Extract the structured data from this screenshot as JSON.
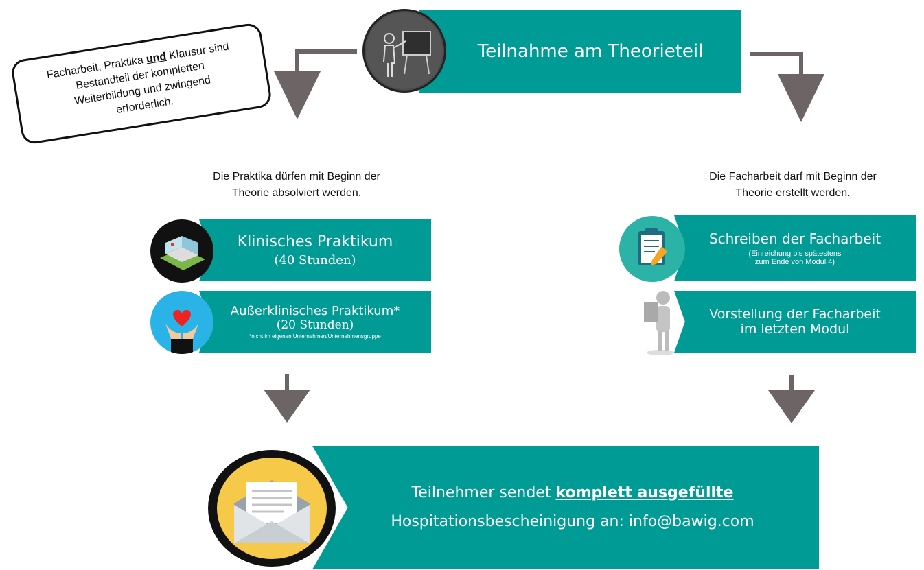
{
  "colors": {
    "teal": "#009b95",
    "arrow": "#6d6565"
  },
  "note": {
    "line1_pre": "Facharbeit, Praktika ",
    "line1_em": "und",
    "line1_post": " Klausur sind",
    "line2": "Bestandteil der kompletten",
    "line3": "Weiterbildung und zwingend",
    "line4": "erforderlich."
  },
  "top": {
    "title": "Teilnahme am Theorieteil",
    "icon": "teacher-chalkboard-icon"
  },
  "left": {
    "caption1": "Die Praktika dürfen mit Beginn der",
    "caption2": "Theorie absolviert werden.",
    "box1": {
      "title": "Klinisches Praktikum",
      "sub": "(40 Stunden)",
      "icon": "hospital-icon"
    },
    "box2": {
      "title": "Außerklinisches Praktikum*",
      "sub": "(20 Stunden)",
      "note": "*nicht im eigenen Unternehmen/Unternehmensgruppe",
      "icon": "heart-hands-icon"
    }
  },
  "right": {
    "caption1": "Die Facharbeit darf mit Beginn der",
    "caption2": "Theorie erstellt werden.",
    "box1": {
      "title": "Schreiben der Facharbeit",
      "sub1": "(Einreichung bis spätestens",
      "sub2": "zum Ende von Modul 4)",
      "icon": "clipboard-pencil-icon"
    },
    "box2": {
      "title1": "Vorstellung der Facharbeit",
      "title2": "im letzten Modul",
      "icon": "presenter-figure-icon"
    }
  },
  "bottom": {
    "line1_pre": "Teilnehmer sendet ",
    "line1_em": "komplett ausgefüllte",
    "line2": "Hospitationsbescheinigung an: info@bawig.com",
    "icon": "envelope-letter-icon"
  }
}
